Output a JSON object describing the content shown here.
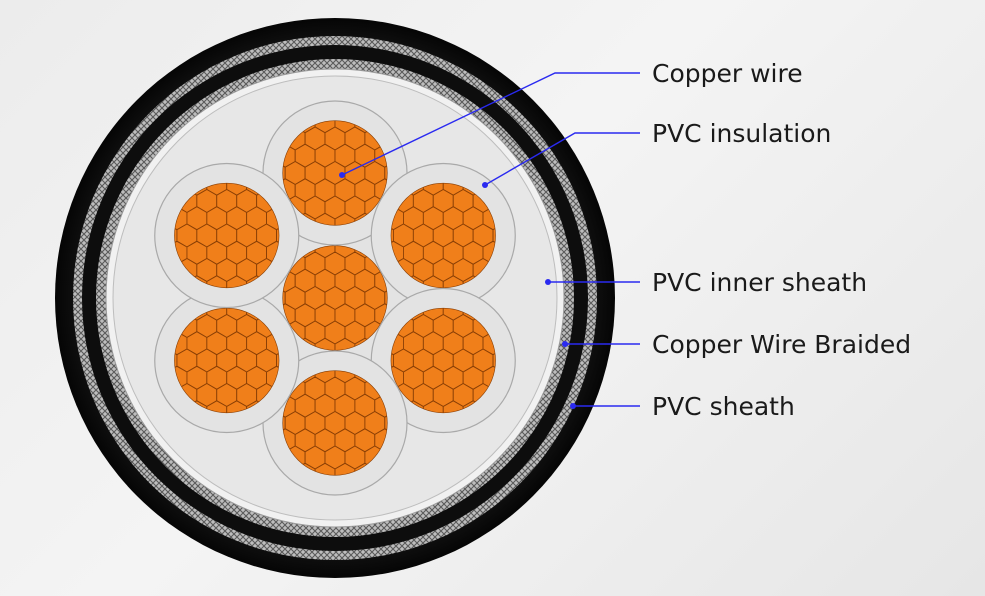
{
  "labels": [
    {
      "id": "copper-wire",
      "text": "Copper wire"
    },
    {
      "id": "pvc-insulation",
      "text": "PVC insulation"
    },
    {
      "id": "pvc-inner-sheath",
      "text": "PVC inner sheath"
    },
    {
      "id": "copper-wire-braided",
      "text": "Copper Wire Braided"
    },
    {
      "id": "pvc-sheath",
      "text": "PVC sheath"
    }
  ],
  "colors": {
    "outer_sheath": "#0d0d0d",
    "braid": "#bcbcbc",
    "filler": "#e7e7e7",
    "insulation": "#e3e3e3",
    "copper": "#f07f1a",
    "copper_line": "#8a3f05",
    "leader": "#2a2af0"
  },
  "cores": 7
}
